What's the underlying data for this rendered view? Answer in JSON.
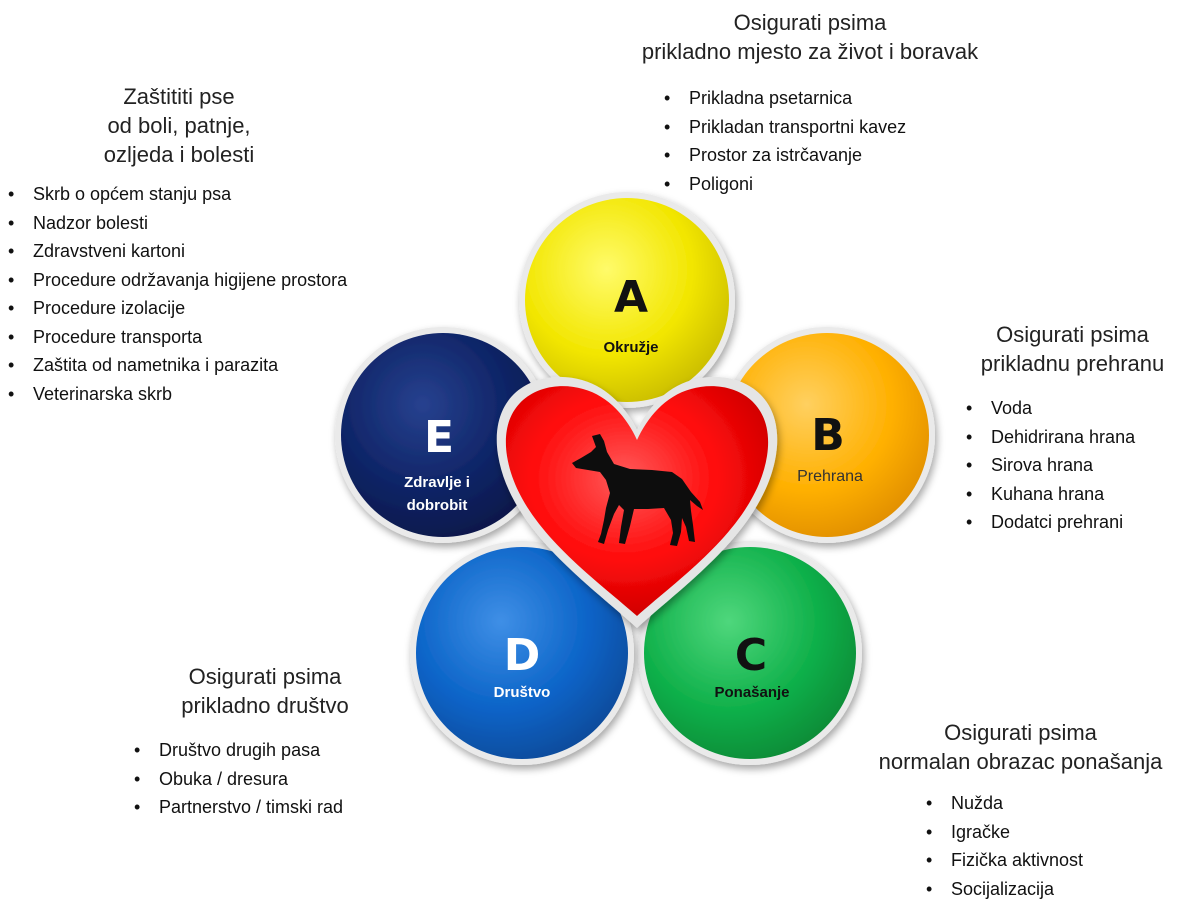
{
  "colors": {
    "A": "#F2E600",
    "B": "#FFB000",
    "C": "#0FB04A",
    "D": "#0A63C7",
    "E": "#0E2466",
    "heart": "#FF0A0A"
  },
  "petals": {
    "A": {
      "letter": "A",
      "label": "Okružje"
    },
    "B": {
      "letter": "B",
      "label": "Prehrana"
    },
    "C": {
      "letter": "C",
      "label": "Ponašanje"
    },
    "D": {
      "letter": "D",
      "label": "Društvo"
    },
    "E": {
      "letter": "E",
      "label_line1": "Zdravlje i",
      "label_line2": "dobrobit"
    }
  },
  "center_icon": "dog-silhouette-icon",
  "groups": {
    "A": {
      "heading_line1": "Osigurati psima",
      "heading_line2": "prikladno mjesto za život i boravak",
      "items": [
        "Prikladna psetarnica",
        "Prikladan transportni kavez",
        "Prostor za istrčavanje",
        "Poligoni"
      ]
    },
    "B": {
      "heading_line1": "Osigurati psima",
      "heading_line2": "prikladnu prehranu",
      "items": [
        "Voda",
        "Dehidrirana hrana",
        "Sirova hrana",
        "Kuhana hrana",
        "Dodatci prehrani"
      ]
    },
    "C": {
      "heading_line1": "Osigurati psima",
      "heading_line2": "normalan obrazac ponašanja",
      "items": [
        "Nužda",
        "Igračke",
        "Fizička aktivnost",
        "Socijalizacija"
      ]
    },
    "D": {
      "heading_line1": "Osigurati psima",
      "heading_line2": "prikladno društvo",
      "items": [
        "Društvo drugih pasa",
        "Obuka / dresura",
        "Partnerstvo / timski rad"
      ]
    },
    "E": {
      "heading_line1": "Zaštititi pse",
      "heading_line2": "od boli, patnje,",
      "heading_line3": "ozljeda i bolesti",
      "items": [
        "Skrb o općem stanju psa",
        "Nadzor bolesti",
        "Zdravstveni kartoni",
        "Procedure održavanja higijene prostora",
        "Procedure izolacije",
        "Procedure transporta",
        "Zaštita od nametnika i parazita",
        "Veterinarska skrb"
      ]
    }
  }
}
